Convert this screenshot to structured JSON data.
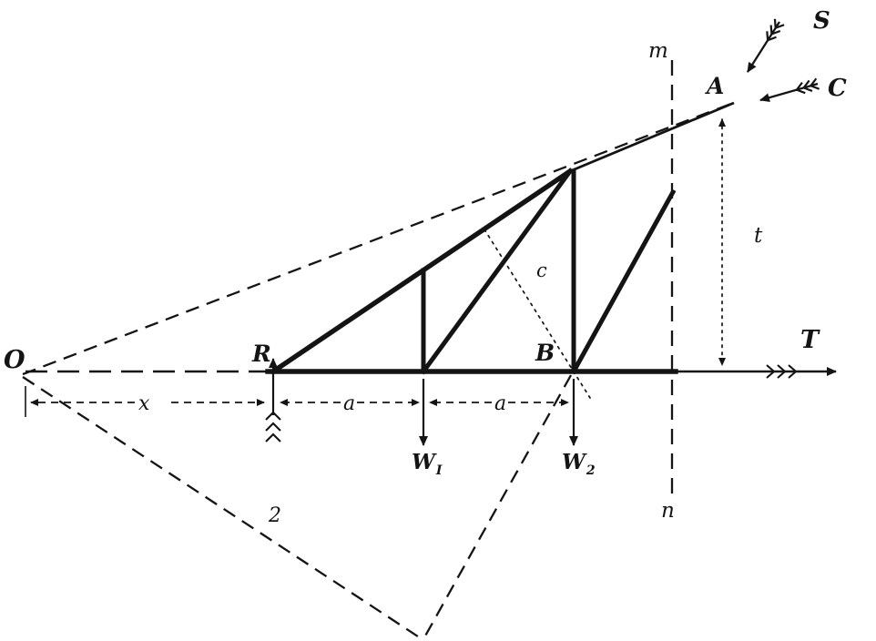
{
  "diagram": {
    "colors": {
      "ink": "#141414",
      "background": "#ffffff"
    },
    "labels": {
      "O": "O",
      "R": "R",
      "B": "B",
      "A": "A",
      "T": "T",
      "S": "S",
      "C": "C",
      "m": "m",
      "n": "n",
      "t": "t",
      "c": "c",
      "x": "x",
      "a_left": "a",
      "a_right": "a",
      "two": "2",
      "W1": {
        "base": "W",
        "sub": "I"
      },
      "W2": {
        "base": "W",
        "sub": "2"
      }
    }
  }
}
